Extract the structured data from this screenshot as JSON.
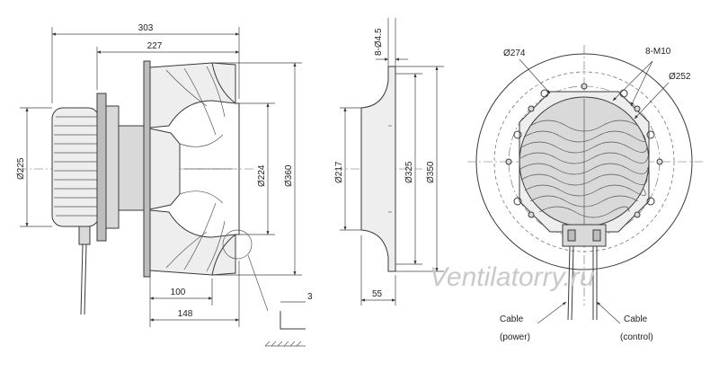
{
  "side_view": {
    "overall_length": "303",
    "wheel_length": "227",
    "inlet_diameter": "Ø224",
    "wheel_diameter": "Ø360",
    "motor_diameter": "Ø225",
    "inlet_depth": "100",
    "wheel_depth": "148",
    "gap": "3"
  },
  "nozzle_view": {
    "holes": "8-Ø4.5",
    "inner_diameter": "Ø217",
    "middle_diameter": "Ø325",
    "outer_diameter": "Ø350",
    "flange_depth": "55"
  },
  "front_view": {
    "bolt_circle": "Ø274",
    "threads": "8-M10",
    "inner_circle": "Ø252",
    "cable_power_title": "Cable",
    "cable_power_sub": "(power)",
    "cable_control_title": "Cable",
    "cable_control_sub": "(control)"
  },
  "watermark": "Ventilatorry.ru",
  "colors": {
    "line": "#3a3a3a",
    "fill_light": "#eeeeee",
    "fill_mid": "#d9d9d9",
    "fill_dark": "#bdbdbd",
    "watermark": "#c9c9c9"
  }
}
